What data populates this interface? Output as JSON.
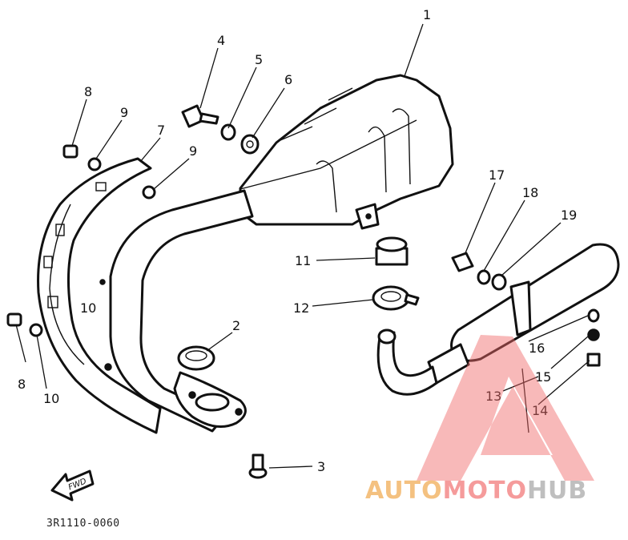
{
  "diagram": {
    "callouts": [
      {
        "id": "c1",
        "label": "1"
      },
      {
        "id": "c2",
        "label": "2"
      },
      {
        "id": "c3",
        "label": "3"
      },
      {
        "id": "c4",
        "label": "4"
      },
      {
        "id": "c5",
        "label": "5"
      },
      {
        "id": "c6",
        "label": "6"
      },
      {
        "id": "c7",
        "label": "7"
      },
      {
        "id": "c8a",
        "label": "8"
      },
      {
        "id": "c8b",
        "label": "8"
      },
      {
        "id": "c9a",
        "label": "9"
      },
      {
        "id": "c9b",
        "label": "9"
      },
      {
        "id": "c10a",
        "label": "10"
      },
      {
        "id": "c10b",
        "label": "10"
      },
      {
        "id": "c11",
        "label": "11"
      },
      {
        "id": "c12",
        "label": "12"
      },
      {
        "id": "c13",
        "label": "13"
      },
      {
        "id": "c14",
        "label": "14"
      },
      {
        "id": "c15",
        "label": "15"
      },
      {
        "id": "c16",
        "label": "16"
      },
      {
        "id": "c17",
        "label": "17"
      },
      {
        "id": "c18",
        "label": "18"
      },
      {
        "id": "c19",
        "label": "19"
      }
    ],
    "direction_label": "FWD",
    "drawing_code": "3R1110-0060"
  },
  "watermark": {
    "part1": "AUTO",
    "part2": "MOTO",
    "part3": "HUB",
    "colors": {
      "auto": "#f3b76b",
      "moto": "#f48a8a",
      "hub": "#b5b5b5",
      "triangle": "#f06a6a"
    }
  }
}
